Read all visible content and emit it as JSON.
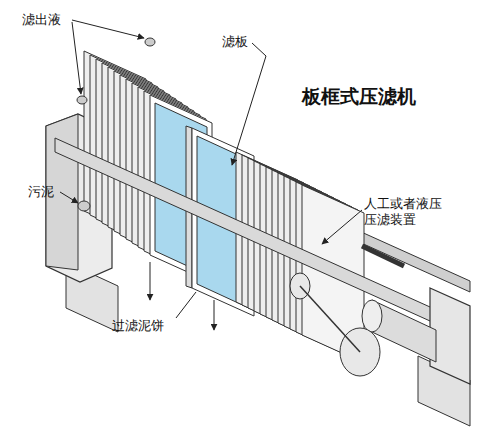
{
  "diagram": {
    "title": "板框式压滤机",
    "labels": [
      "滤出液",
      "滤板",
      "污泥",
      "过滤泥饼",
      "人工或者液压 压滤装置"
    ]
  }
}
